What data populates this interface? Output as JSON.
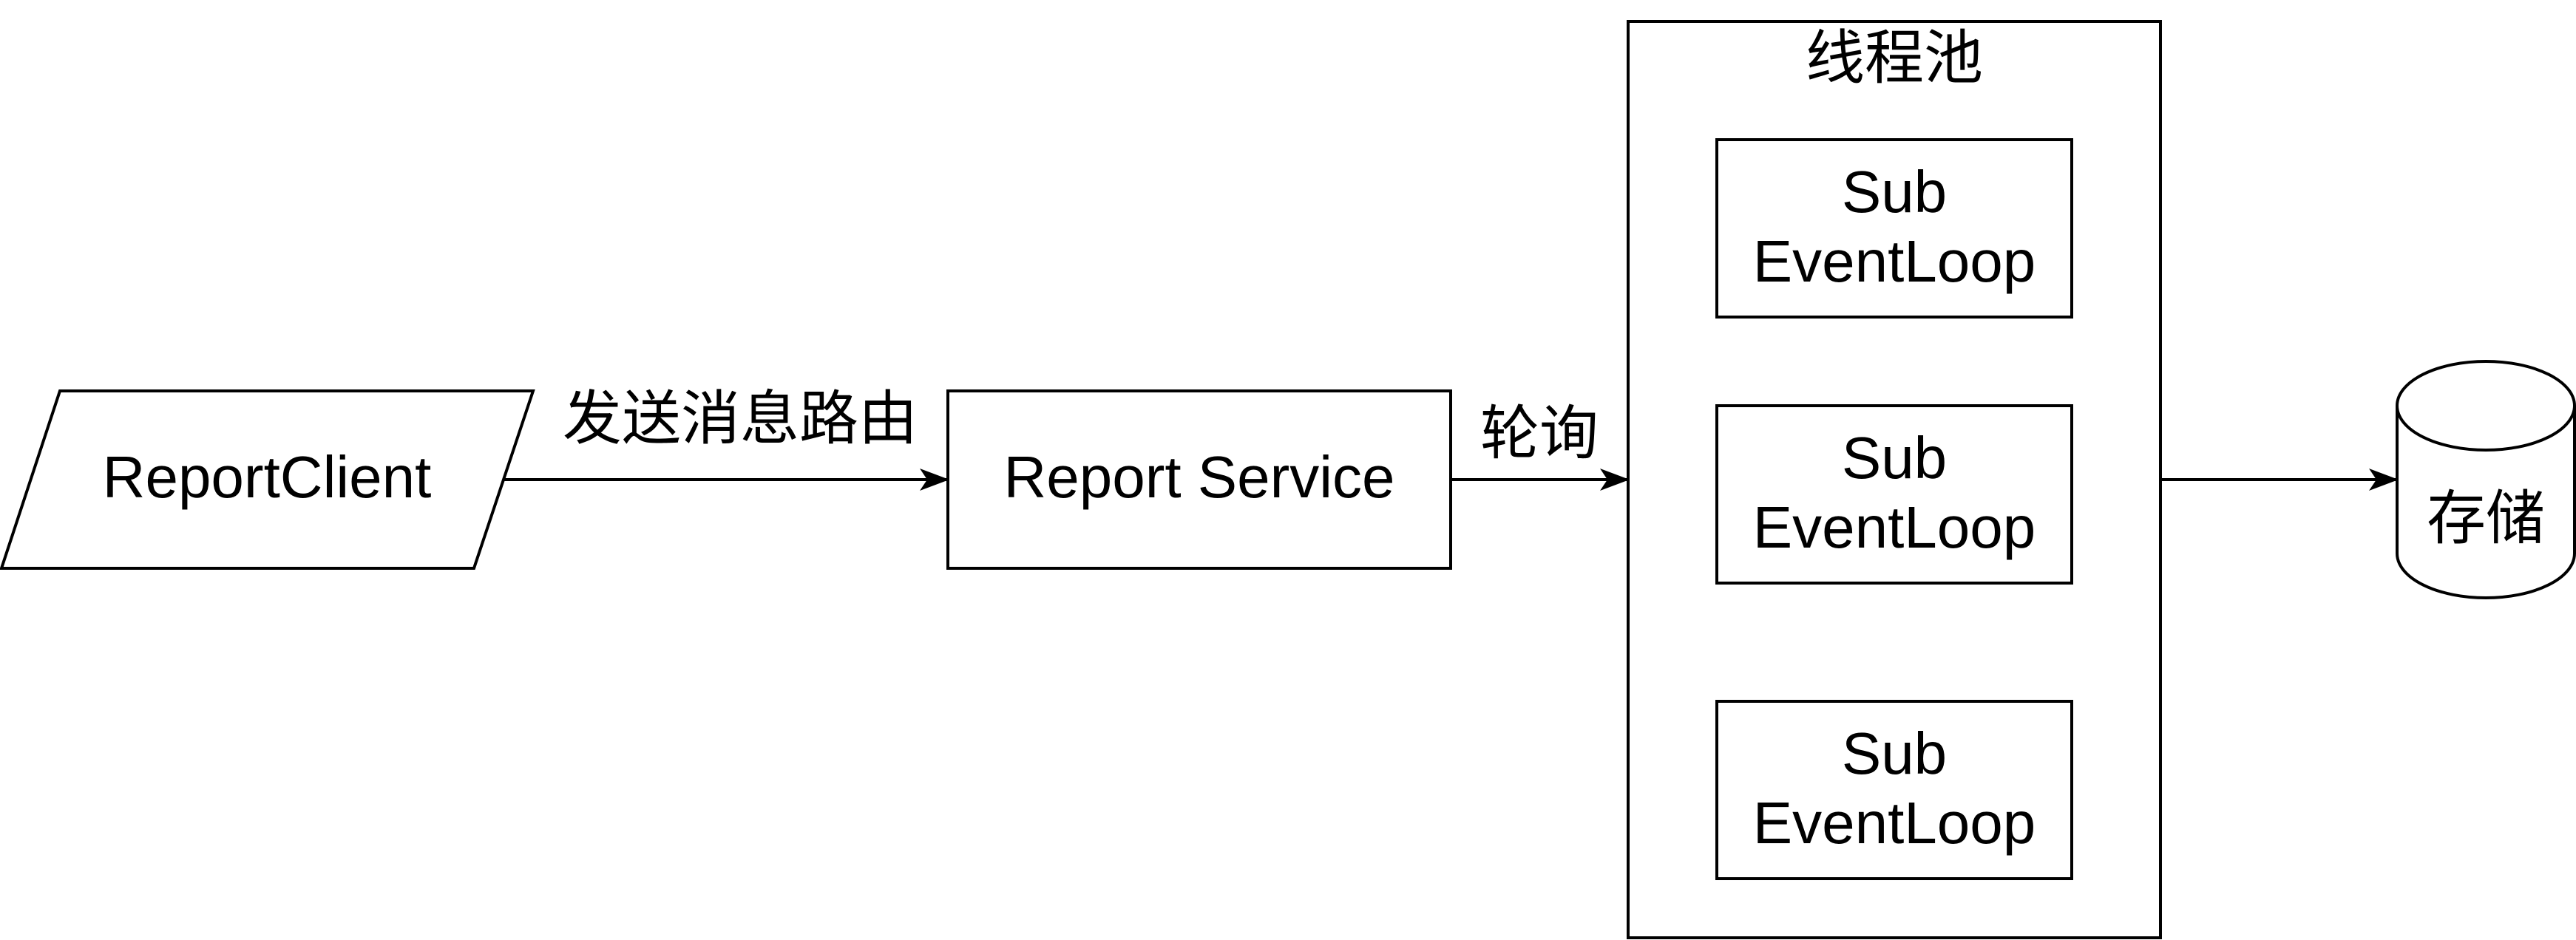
{
  "nodes": {
    "client": {
      "label": "ReportClient"
    },
    "service": {
      "label": "Report Service"
    },
    "thread_pool": {
      "title": "线程池",
      "loops": [
        {
          "line1": "Sub",
          "line2": "EventLoop"
        },
        {
          "line1": "Sub",
          "line2": "EventLoop"
        },
        {
          "line1": "Sub",
          "line2": "EventLoop"
        }
      ]
    },
    "storage": {
      "label": "存储"
    }
  },
  "edges": {
    "client_to_service": {
      "label": "发送消息路由"
    },
    "service_to_pool": {
      "label": "轮询"
    },
    "pool_to_storage": {
      "label": ""
    }
  },
  "colors": {
    "stroke": "#000000",
    "fill": "#ffffff",
    "text": "#000000"
  }
}
